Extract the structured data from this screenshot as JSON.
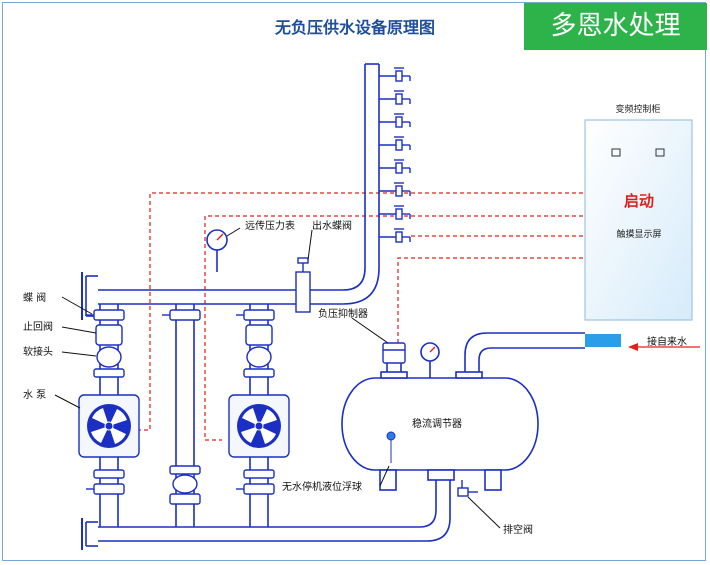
{
  "title": "无负压供水设备原理图",
  "brand": "多恩水处理",
  "cabinet": {
    "title": "变频控制柜",
    "start_label": "启动",
    "screen_label": "触摸显示屏"
  },
  "labels": {
    "butterfly_valve": "蝶  阀",
    "check_valve": "止回阀",
    "soft_joint": "软接头",
    "pump": "水  泵",
    "remote_gauge": "远传压力表",
    "outlet_valve": "出水蝶阀",
    "suppressor": "负压抑制器",
    "tank": "稳流调节器",
    "float": "无水停机液位浮球",
    "vent_valve": "排空阀",
    "inlet": "接自来水"
  },
  "colors": {
    "pipe": "#1b2fc4",
    "signal": "#e0201c",
    "title": "#1f4f9a",
    "brand": "#2db34a"
  }
}
